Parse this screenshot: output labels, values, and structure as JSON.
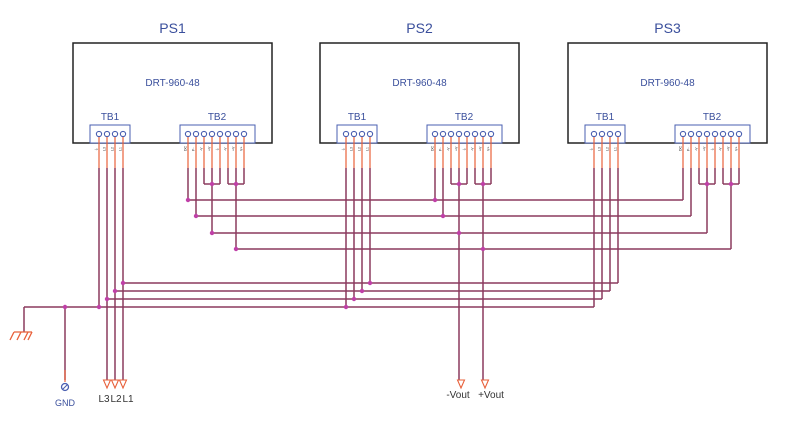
{
  "colors": {
    "wire": "#8b3a5e",
    "lead": "#e8603a",
    "junction": "#c040a8",
    "box": "#222222",
    "terminal": "#4a5fb0",
    "text_blue": "#3a4f9c",
    "text_dark": "#333333",
    "ground_symbol": "#e8603a"
  },
  "power_supplies": [
    {
      "name": "PS1",
      "model": "DRT-960-48",
      "tb1_label": "TB1",
      "tb2_label": "TB2"
    },
    {
      "name": "PS2",
      "model": "DRT-960-48",
      "tb1_label": "TB1",
      "tb2_label": "TB2"
    },
    {
      "name": "PS3",
      "model": "DRT-960-48",
      "tb1_label": "TB1",
      "tb2_label": "TB2"
    }
  ],
  "tb1_pins": [
    "⏚",
    "L3",
    "L2",
    "L1"
  ],
  "tb2_pins": [
    "DC",
    "P-",
    "-V",
    "+V",
    "⏚",
    "-V",
    "+V",
    "V+"
  ],
  "nets": {
    "gnd_label": "GND",
    "l3_label": "L3",
    "l2_label": "L2",
    "l1_label": "L1",
    "minus_vout_label": "-Vout",
    "plus_vout_label": "+Vout"
  }
}
